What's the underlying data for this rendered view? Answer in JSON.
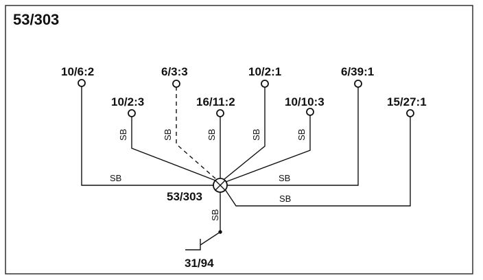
{
  "title": "53/303",
  "terminals": [
    {
      "label": "10/6:2"
    },
    {
      "label": "10/2:3"
    },
    {
      "label": "6/3:3"
    },
    {
      "label": "16/11:2"
    },
    {
      "label": "10/2:1"
    },
    {
      "label": "10/10:3"
    },
    {
      "label": "6/39:1"
    },
    {
      "label": "15/27:1"
    }
  ],
  "wire_labels": {
    "sb_10_2_3": "SB",
    "sb_6_3_3": "SB",
    "sb_16_11_2": "SB",
    "sb_10_2_1": "SB",
    "sb_10_10_3": "SB",
    "sb_10_6_2": "SB",
    "sb_6_39_1": "SB",
    "sb_15_27_1": "SB",
    "sb_ground": "SB"
  },
  "splice_label": "53/303",
  "ground_label": "31/94"
}
